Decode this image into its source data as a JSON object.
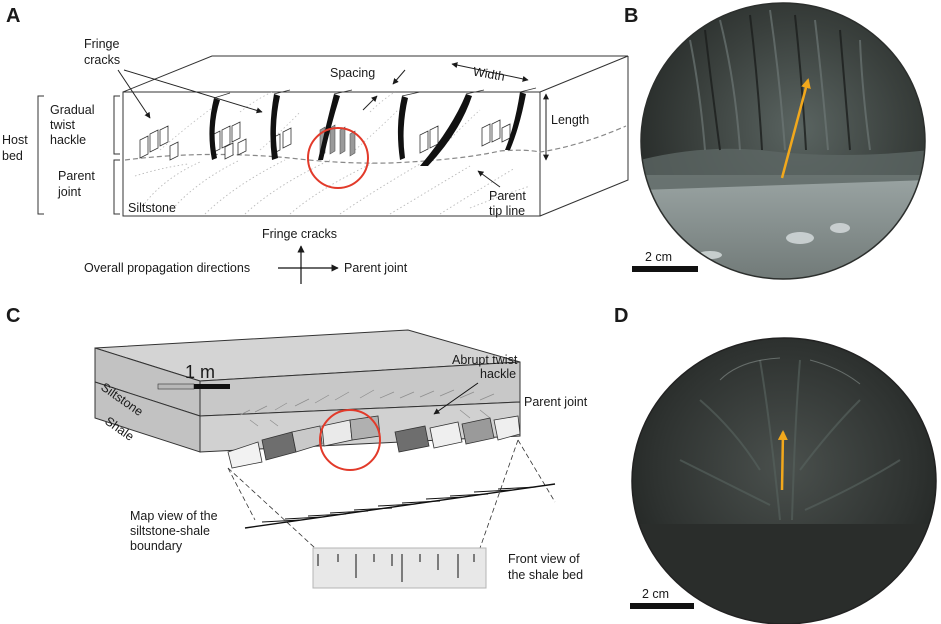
{
  "panels": {
    "a": {
      "letter": "A",
      "host_bed": [
        "Host",
        "bed"
      ],
      "gradual_twist_hackle": [
        "Gradual",
        "twist",
        "hackle"
      ],
      "parent_joint": [
        "Parent",
        "joint"
      ],
      "fringe_cracks": [
        "Fringe",
        "cracks"
      ],
      "spacing": "Spacing",
      "width": "Width",
      "length": "Length",
      "parent_tip_line": [
        "Parent",
        "tip line"
      ],
      "siltstone": "Siltstone",
      "propagation_title": "Overall propagation directions",
      "arrow_up_label": "Fringe cracks",
      "arrow_right_label": "Parent joint"
    },
    "b": {
      "letter": "B",
      "scale": "2 cm"
    },
    "c": {
      "letter": "C",
      "scale": "1 m",
      "siltstone": "Siltstone",
      "shale": "Shale",
      "abrupt_twist_hackle": [
        "Abrupt twist",
        "hackle"
      ],
      "parent_joint": "Parent joint",
      "map_view": [
        "Map view of the",
        "siltstone-shale",
        "boundary"
      ],
      "front_view": [
        "Front view of",
        "the shale bed"
      ]
    },
    "d": {
      "letter": "D",
      "scale": "2 cm"
    }
  },
  "colors": {
    "highlight_circle": "#e23a2a",
    "arrow": "#f2a81c",
    "rock_dark": "#2f3330",
    "rock_light": "#8e9896",
    "block_top": "#d4d4d4",
    "block_side": "#bdbdbd"
  }
}
